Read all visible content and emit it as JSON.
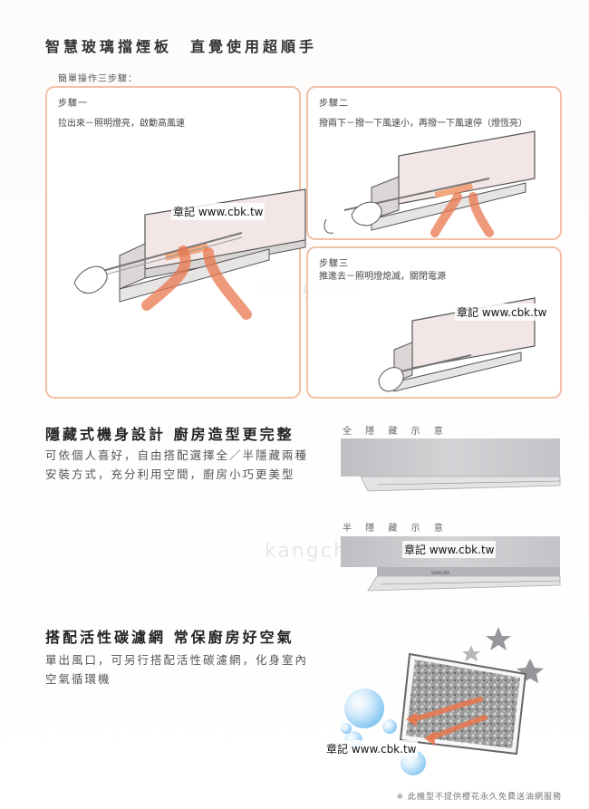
{
  "header": {
    "title": "智慧玻璃擋煙板　直覺使用超順手",
    "intro": "簡單操作三步驟："
  },
  "steps": [
    {
      "title": "步驟一",
      "desc": "拉出來－照明燈亮，啟動高風速"
    },
    {
      "title": "步驟二",
      "desc": "撥兩下－撥一下風速小，再撥一下風速停（燈恆亮）"
    },
    {
      "title": "步驟三",
      "desc": "推進去－照明燈熄滅，關閉電源"
    }
  ],
  "watermarks": {
    "step1": "章記 www.cbk.tw",
    "step3": "章記 www.cbk.tw",
    "hood": "章記 www.cbk.tw",
    "filter": "章記 www.cbk.tw"
  },
  "hidden_section": {
    "heading": "隱藏式機身設計 廚房造型更完整",
    "body": "可依個人喜好，自由搭配選擇全／半隱藏兩種安裝方式，充分利用空間，廚房小巧更美型",
    "full_caption": "全 隱 藏 示 意",
    "half_caption": "半 隱 藏 示 意"
  },
  "filter_section": {
    "heading": "搭配活性碳濾網 常保廚房好空氣",
    "body": "單出風口，可另行搭配活性碳濾網，化身室內空氣循環機"
  },
  "footnote": "※ 此機型不提供櫻花永久免費送油網服務",
  "colors": {
    "accent_border": "#f2c1a8",
    "airflow": "#e8774e",
    "hood_body": "#efeaea",
    "text": "#333333"
  }
}
